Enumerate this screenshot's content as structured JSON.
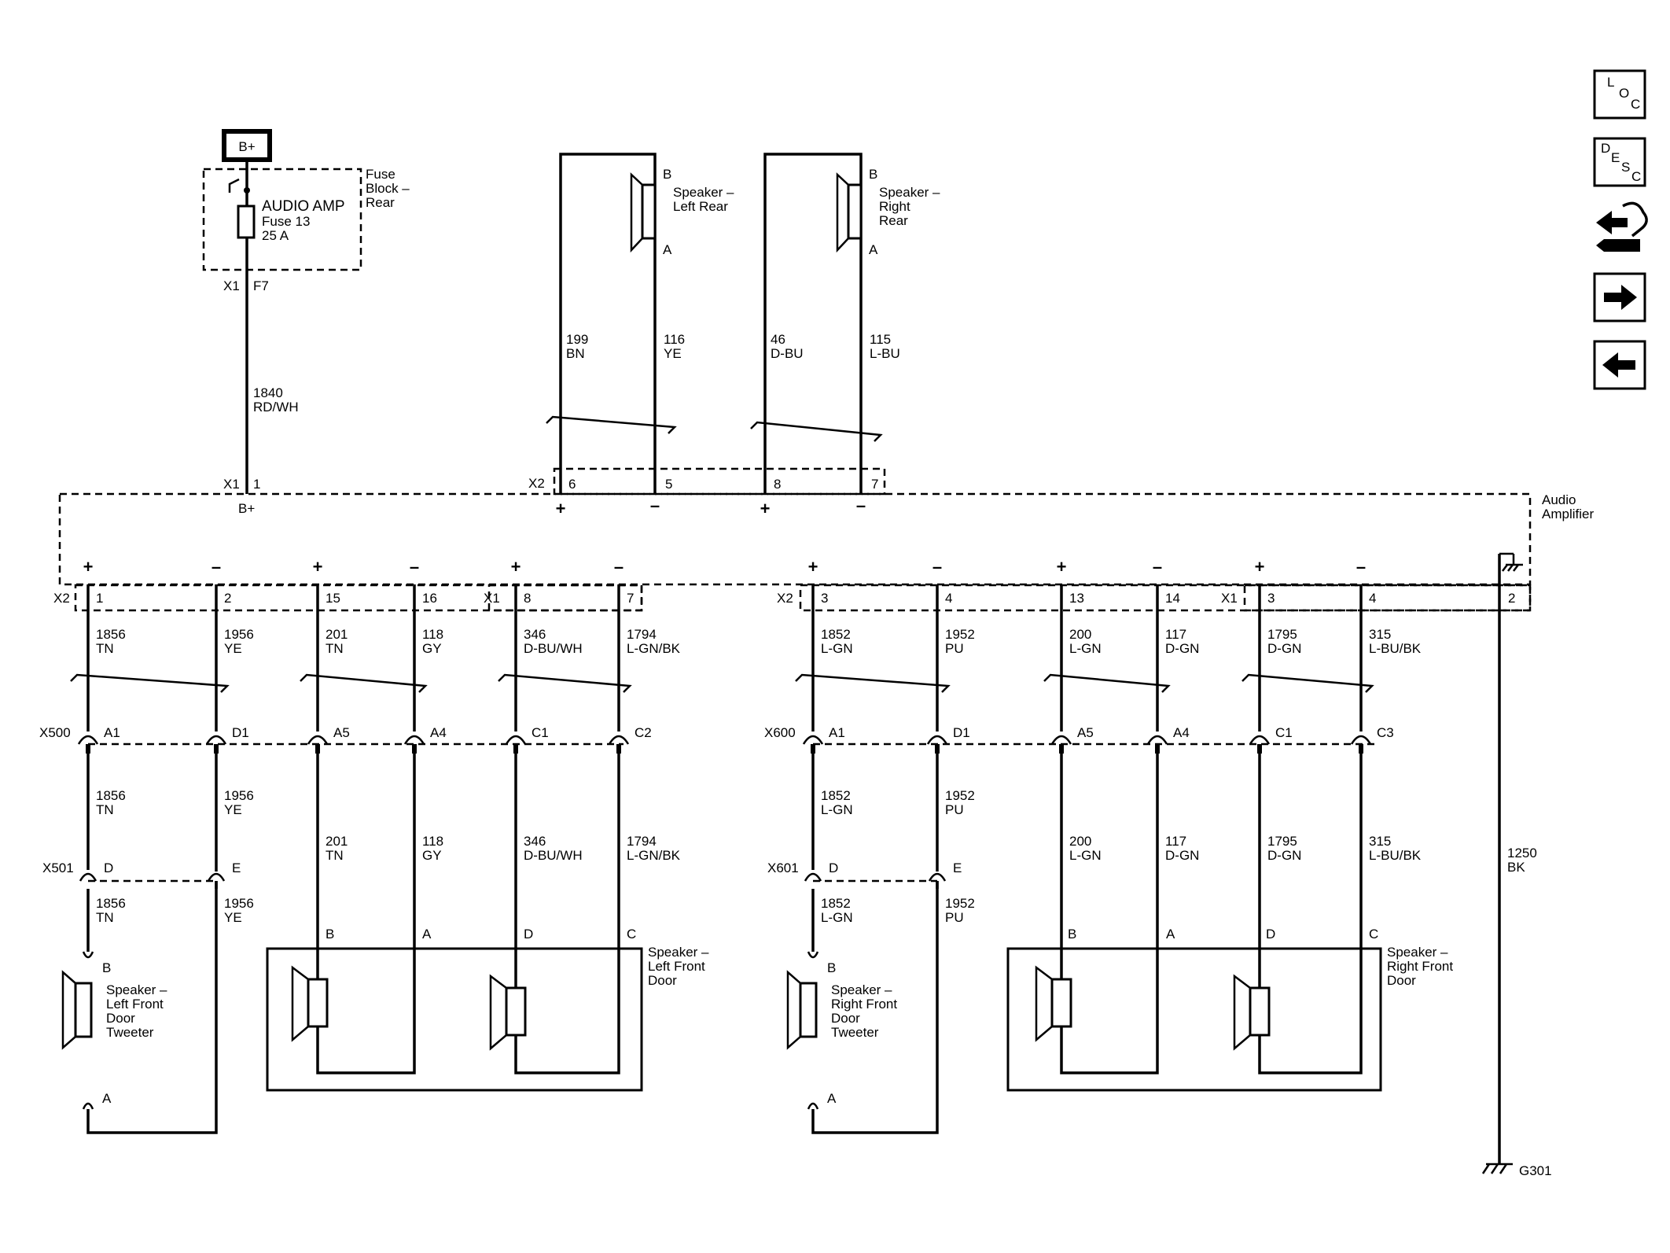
{
  "power": {
    "label": "B+"
  },
  "fuse_block": {
    "title": "Fuse Block – Rear",
    "fuse_name": "AUDIO AMP",
    "fuse_number": "Fuse 13",
    "fuse_rating": "25 A",
    "connector": "X1",
    "pin": "F7"
  },
  "amplifier": {
    "title": "Audio Amplifier",
    "bplus_label": "B+"
  },
  "feed_wire": {
    "circuit": "1840",
    "color": "RD/WH",
    "connector": "X1",
    "pin": "1"
  },
  "rear_speakers": [
    {
      "label": "Speaker – Left Rear",
      "pin_b": "B",
      "pin_a": "A",
      "wires": [
        {
          "circuit": "199",
          "color": "BN"
        },
        {
          "circuit": "116",
          "color": "YE"
        }
      ],
      "connector": "X2",
      "pins": [
        "6",
        "5"
      ],
      "polarity": [
        "+",
        "–"
      ]
    },
    {
      "label": "Speaker – Right Rear",
      "pin_b": "B",
      "pin_a": "A",
      "wires": [
        {
          "circuit": "46",
          "color": "D-BU"
        },
        {
          "circuit": "115",
          "color": "L-BU"
        }
      ],
      "connector": "",
      "pins": [
        "8",
        "7"
      ],
      "polarity": [
        "+",
        "–"
      ]
    }
  ],
  "amp_outputs": [
    {
      "connector": "X2",
      "pin": "1",
      "polarity": "+",
      "circuit": "1856",
      "color": "TN"
    },
    {
      "connector": "",
      "pin": "2",
      "polarity": "–",
      "circuit": "1956",
      "color": "YE"
    },
    {
      "connector": "",
      "pin": "15",
      "polarity": "+",
      "circuit": "201",
      "color": "TN"
    },
    {
      "connector": "",
      "pin": "16",
      "polarity": "–",
      "circuit": "118",
      "color": "GY"
    },
    {
      "connector": "X1",
      "pin": "8",
      "polarity": "+",
      "circuit": "346",
      "color": "D-BU/WH"
    },
    {
      "connector": "",
      "pin": "7",
      "polarity": "–",
      "circuit": "1794",
      "color": "L-GN/BK"
    },
    {
      "connector": "X2",
      "pin": "3",
      "polarity": "+",
      "circuit": "1852",
      "color": "L-GN"
    },
    {
      "connector": "",
      "pin": "4",
      "polarity": "–",
      "circuit": "1952",
      "color": "PU"
    },
    {
      "connector": "",
      "pin": "13",
      "polarity": "+",
      "circuit": "200",
      "color": "L-GN"
    },
    {
      "connector": "",
      "pin": "14",
      "polarity": "–",
      "circuit": "117",
      "color": "D-GN"
    },
    {
      "connector": "X1",
      "pin": "3",
      "polarity": "+",
      "circuit": "1795",
      "color": "D-GN"
    },
    {
      "connector": "",
      "pin": "4",
      "polarity": "–",
      "circuit": "315",
      "color": "L-BU/BK"
    }
  ],
  "inline_connectors": [
    {
      "name": "X500",
      "pins": [
        "A1",
        "D1",
        "A5",
        "A4",
        "C1",
        "C2"
      ]
    },
    {
      "name": "X600",
      "pins": [
        "A1",
        "D1",
        "A5",
        "A4",
        "C1",
        "C3"
      ]
    },
    {
      "name": "X501",
      "pins": [
        "D",
        "E"
      ]
    },
    {
      "name": "X601",
      "pins": [
        "D",
        "E"
      ]
    }
  ],
  "door_speakers": {
    "left_tweeter": {
      "label": "Speaker – Left Front Door Tweeter",
      "pin_b": "B",
      "pin_a": "A"
    },
    "right_tweeter": {
      "label": "Speaker – Right Front Door Tweeter",
      "pin_b": "B",
      "pin_a": "A"
    },
    "left_door": {
      "label": "Speaker – Left Front Door",
      "pins": [
        "B",
        "A",
        "D",
        "C"
      ]
    },
    "right_door": {
      "label": "Speaker – Right Front Door",
      "pins": [
        "B",
        "A",
        "D",
        "C"
      ]
    }
  },
  "ground": {
    "pin": "2",
    "circuit": "1250",
    "color": "BK",
    "label": "G301"
  },
  "nav": {
    "loc": [
      "L",
      "O",
      "C"
    ],
    "desc": [
      "D",
      "E",
      "S",
      "C"
    ]
  }
}
